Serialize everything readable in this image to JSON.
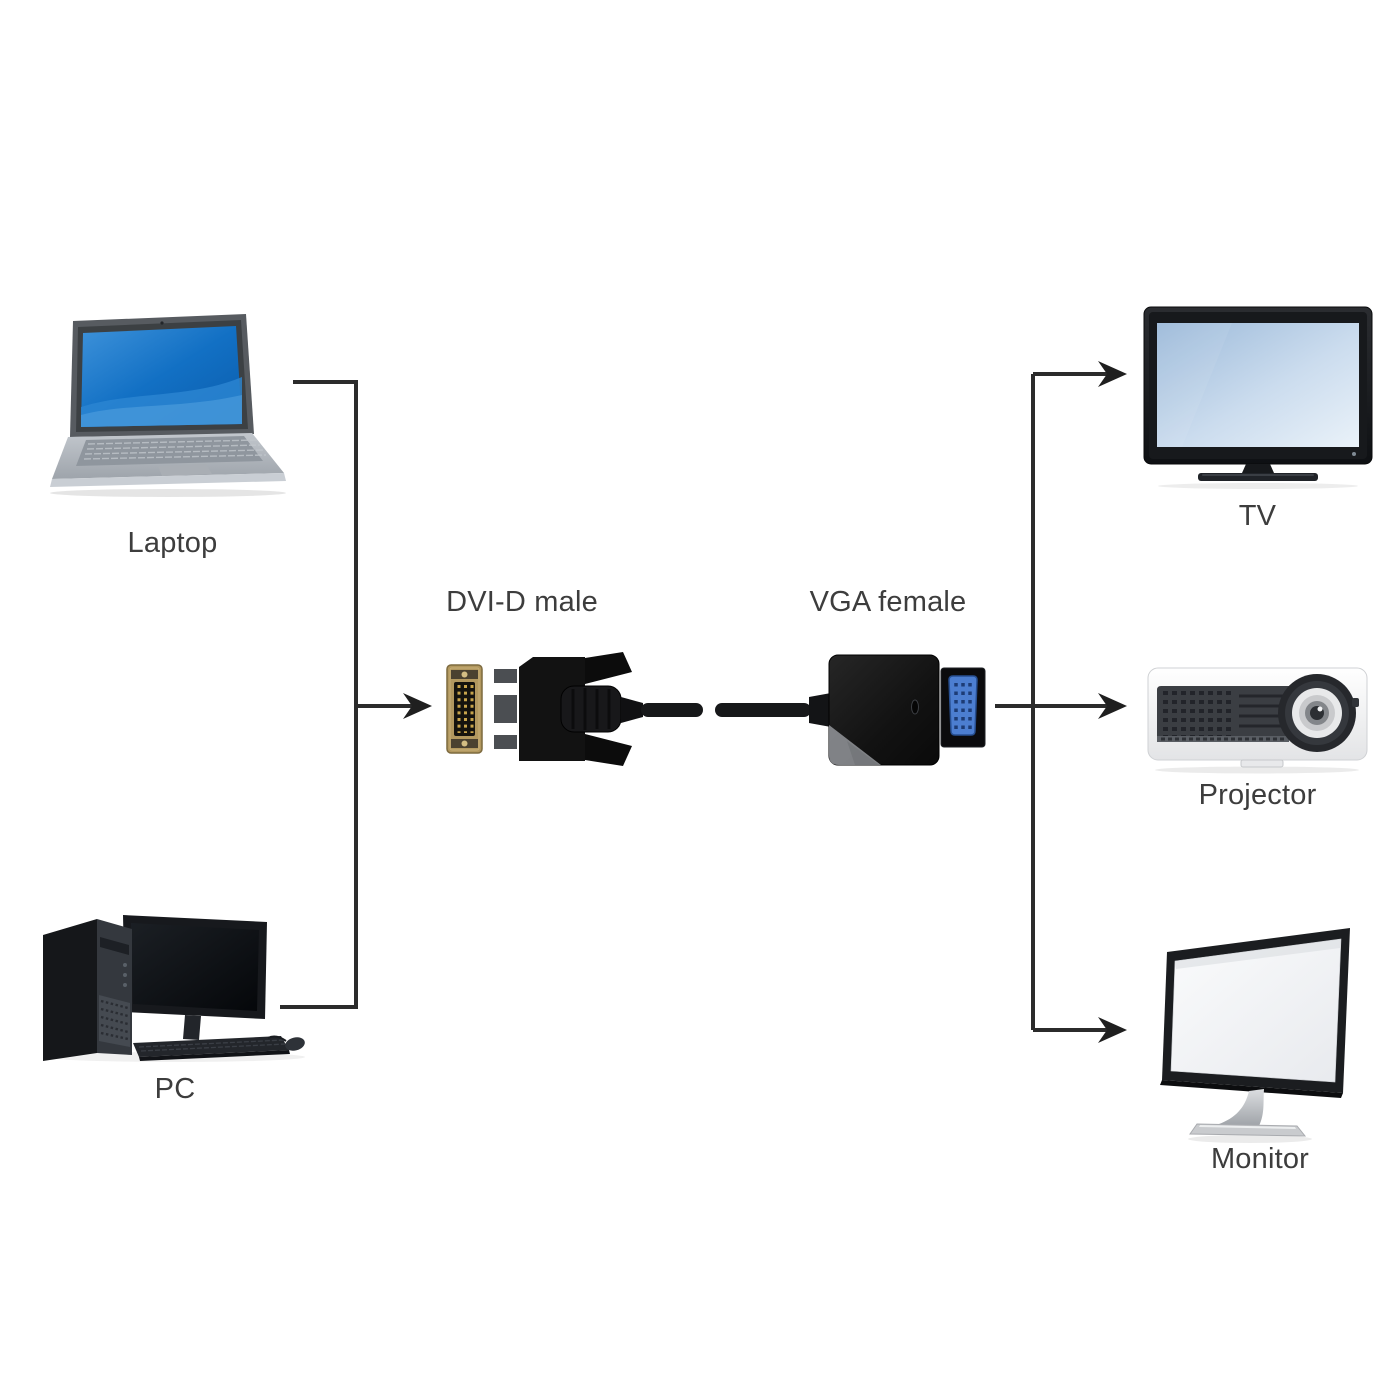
{
  "diagram": {
    "sources": [
      {
        "id": "laptop",
        "label": "Laptop"
      },
      {
        "id": "pc",
        "label": "PC"
      }
    ],
    "adapter": {
      "dvi_label": "DVI-D male",
      "vga_label": "VGA female"
    },
    "displays": [
      {
        "id": "tv",
        "label": "TV"
      },
      {
        "id": "projector",
        "label": "Projector"
      },
      {
        "id": "monitor",
        "label": "Monitor"
      }
    ],
    "colors": {
      "background": "#ffffff",
      "line": "#2b2b2b",
      "label_text": "#3d3d3d",
      "laptop_screen_blue": "#1270c4",
      "tv_screen_blue": "#c9dbee",
      "vga_connector_blue": "#4c7ed0",
      "dvi_connector_gold": "#b2985f"
    }
  }
}
